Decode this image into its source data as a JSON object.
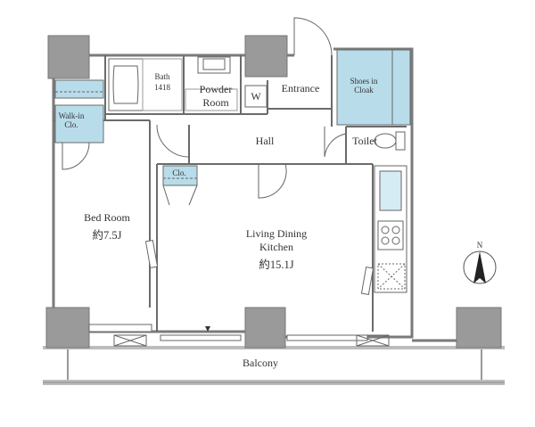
{
  "floorplan": {
    "rooms": {
      "bath": {
        "name": "Bath",
        "size": "1418"
      },
      "powder_room": {
        "line1": "Powder",
        "line2": "Room"
      },
      "washer": "W",
      "entrance": "Entrance",
      "shoes_in_cloak": {
        "line1": "Shoes in",
        "line2": "Cloak"
      },
      "walk_in_closet": {
        "line1": "Walk-in",
        "line2": "Clo."
      },
      "hall": "Hall",
      "toilet": "Toilet",
      "closet": "Clo.",
      "bedroom": {
        "name": "Bed Room",
        "size": "約7.5J"
      },
      "ldk": {
        "line1": "Living Dining",
        "line2": "Kitchen",
        "size": "約15.1J"
      },
      "balcony": "Balcony"
    },
    "compass": {
      "label": "N"
    },
    "colors": {
      "wall": "#8a8a8a",
      "pillar": "#9a9a9a",
      "closet_fill": "#b8dcea",
      "line": "#555555"
    }
  }
}
